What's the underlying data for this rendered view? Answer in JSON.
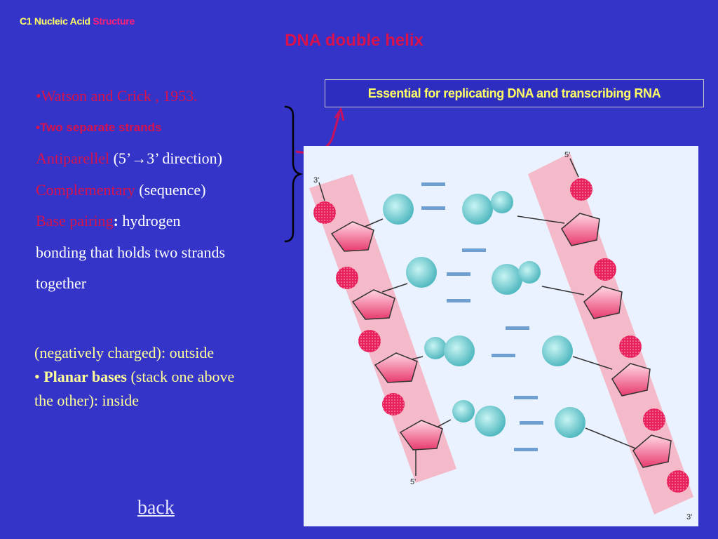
{
  "header": {
    "prefix": "C1 Nucleic Acid",
    "accent": "Structure"
  },
  "title": "DNA double helix",
  "bullets": {
    "line1": "•Watson and Crick , 1953.",
    "line2": "•Two separate strands",
    "line3_term": "Antiparellel",
    "line3_rest": " (5’→3’ direction)",
    "line4_term": "Complementary",
    "line4_rest": " (sequence)",
    "line5_term": "Base pairing",
    "line5_colon": ":",
    "line5_rest": " hydrogen",
    "line6": "bonding that holds two strands",
    "line7": "together"
  },
  "lower": {
    "line1": "(negatively charged): outside",
    "bullet": "• ",
    "bold": "Planar bases",
    "rest": " (stack one above",
    "line3": "the other): inside"
  },
  "callout": "Essential for replicating DNA and transcribing RNA",
  "diagram": {
    "strand_left_top": "3'",
    "strand_left_bottom": "5'",
    "strand_right_top": "5'",
    "strand_right_bottom": "3'"
  },
  "back": "back",
  "colors": {
    "background": "#3434c8",
    "title": "#d8124c",
    "header": "#ffff66",
    "phosphate": "#e8205c",
    "base": "#7fd6d6",
    "sugar": "#e8507c",
    "hbond": "#6f9fd0"
  }
}
